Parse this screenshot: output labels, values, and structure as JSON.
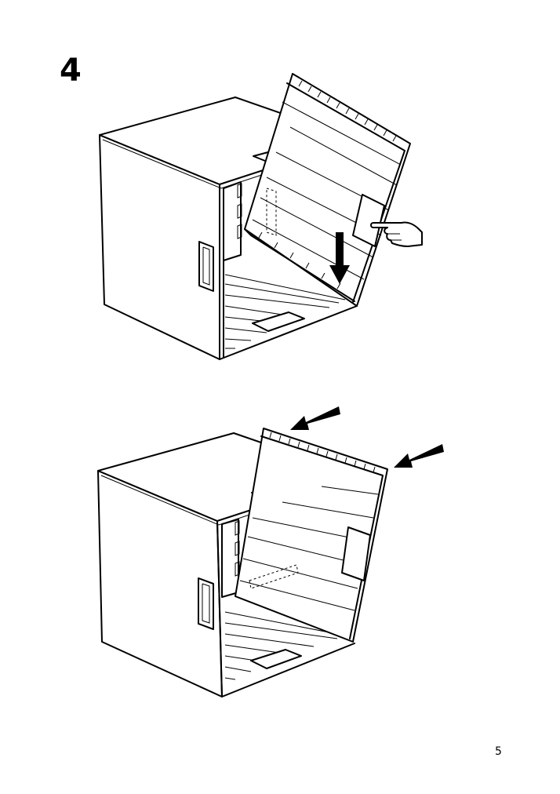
{
  "page": {
    "step_number": "4",
    "page_number": "5"
  },
  "illustrations": [
    {
      "name": "cabinet-door-inserting"
    },
    {
      "name": "cabinet-door-sliding-in"
    }
  ],
  "icons": [
    "push-down-arrow-icon",
    "pointing-hand-icon",
    "slide-arrow-icon"
  ],
  "colors": {
    "ink": "#000000",
    "paper": "#ffffff"
  }
}
